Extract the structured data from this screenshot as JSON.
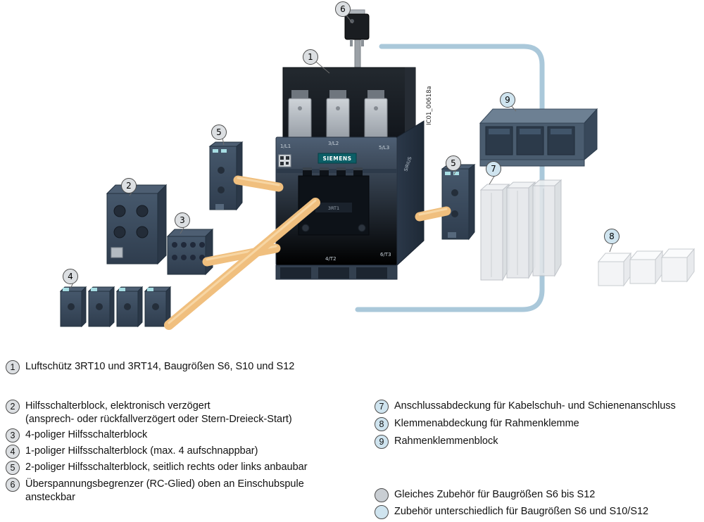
{
  "device": {
    "figure_code": "IC01_00618a",
    "brand": "SIEMENS",
    "series": "SIRIUS",
    "coil_label": "3RT1",
    "top_terminals": [
      "1/L1",
      "3/L2",
      "5/L3"
    ],
    "bottom_terminals": [
      "4/T2",
      "6/T3"
    ]
  },
  "callouts": {
    "n1": "1",
    "n2": "2",
    "n3": "3",
    "n4": "4",
    "n5": "5",
    "n6": "6",
    "n7": "7",
    "n8": "8",
    "n9": "9"
  },
  "legend_left": [
    {
      "num": "1",
      "lines": [
        "Luftschütz 3RT10 und 3RT14, Baugrößen S6, S10 und S12"
      ]
    },
    {
      "num": "2",
      "lines": [
        "Hilfsschalterblock, elektronisch verzögert",
        "(ansprech- oder rückfallverzögert oder Stern-Dreieck-Start)"
      ]
    },
    {
      "num": "3",
      "lines": [
        "4-poliger Hilfsschalterblock"
      ]
    },
    {
      "num": "4",
      "lines": [
        "1-poliger Hilfsschalterblock (max. 4 aufschnappbar)"
      ]
    },
    {
      "num": "5",
      "lines": [
        "2-poliger Hilfsschalterblock, seitlich rechts oder links anbaubar"
      ]
    },
    {
      "num": "6",
      "lines": [
        "Überspannungsbegrenzer (RC-Glied) oben an Einschubspule",
        "ansteckbar"
      ]
    }
  ],
  "legend_right": [
    {
      "num": "7",
      "lines": [
        "Anschlussabdeckung für Kabelschuh- und Schienenanschluss"
      ]
    },
    {
      "num": "8",
      "lines": [
        "Klemmenabdeckung für Rahmenklemme"
      ]
    },
    {
      "num": "9",
      "lines": [
        "Rahmenklemmenblock"
      ]
    }
  ],
  "color_key": {
    "same": "Gleiches Zubehör für Baugrößen S6 bis S12",
    "different": "Zubehör unterschiedlich für Baugrößen S6 und S10/S12"
  },
  "colors": {
    "callout_gray": "#dcdfe2",
    "callout_blue": "#cfe4ef",
    "ribbon": "#f0bf7e",
    "curve": "#aac8da",
    "body_dark": "#3a4a5e"
  }
}
